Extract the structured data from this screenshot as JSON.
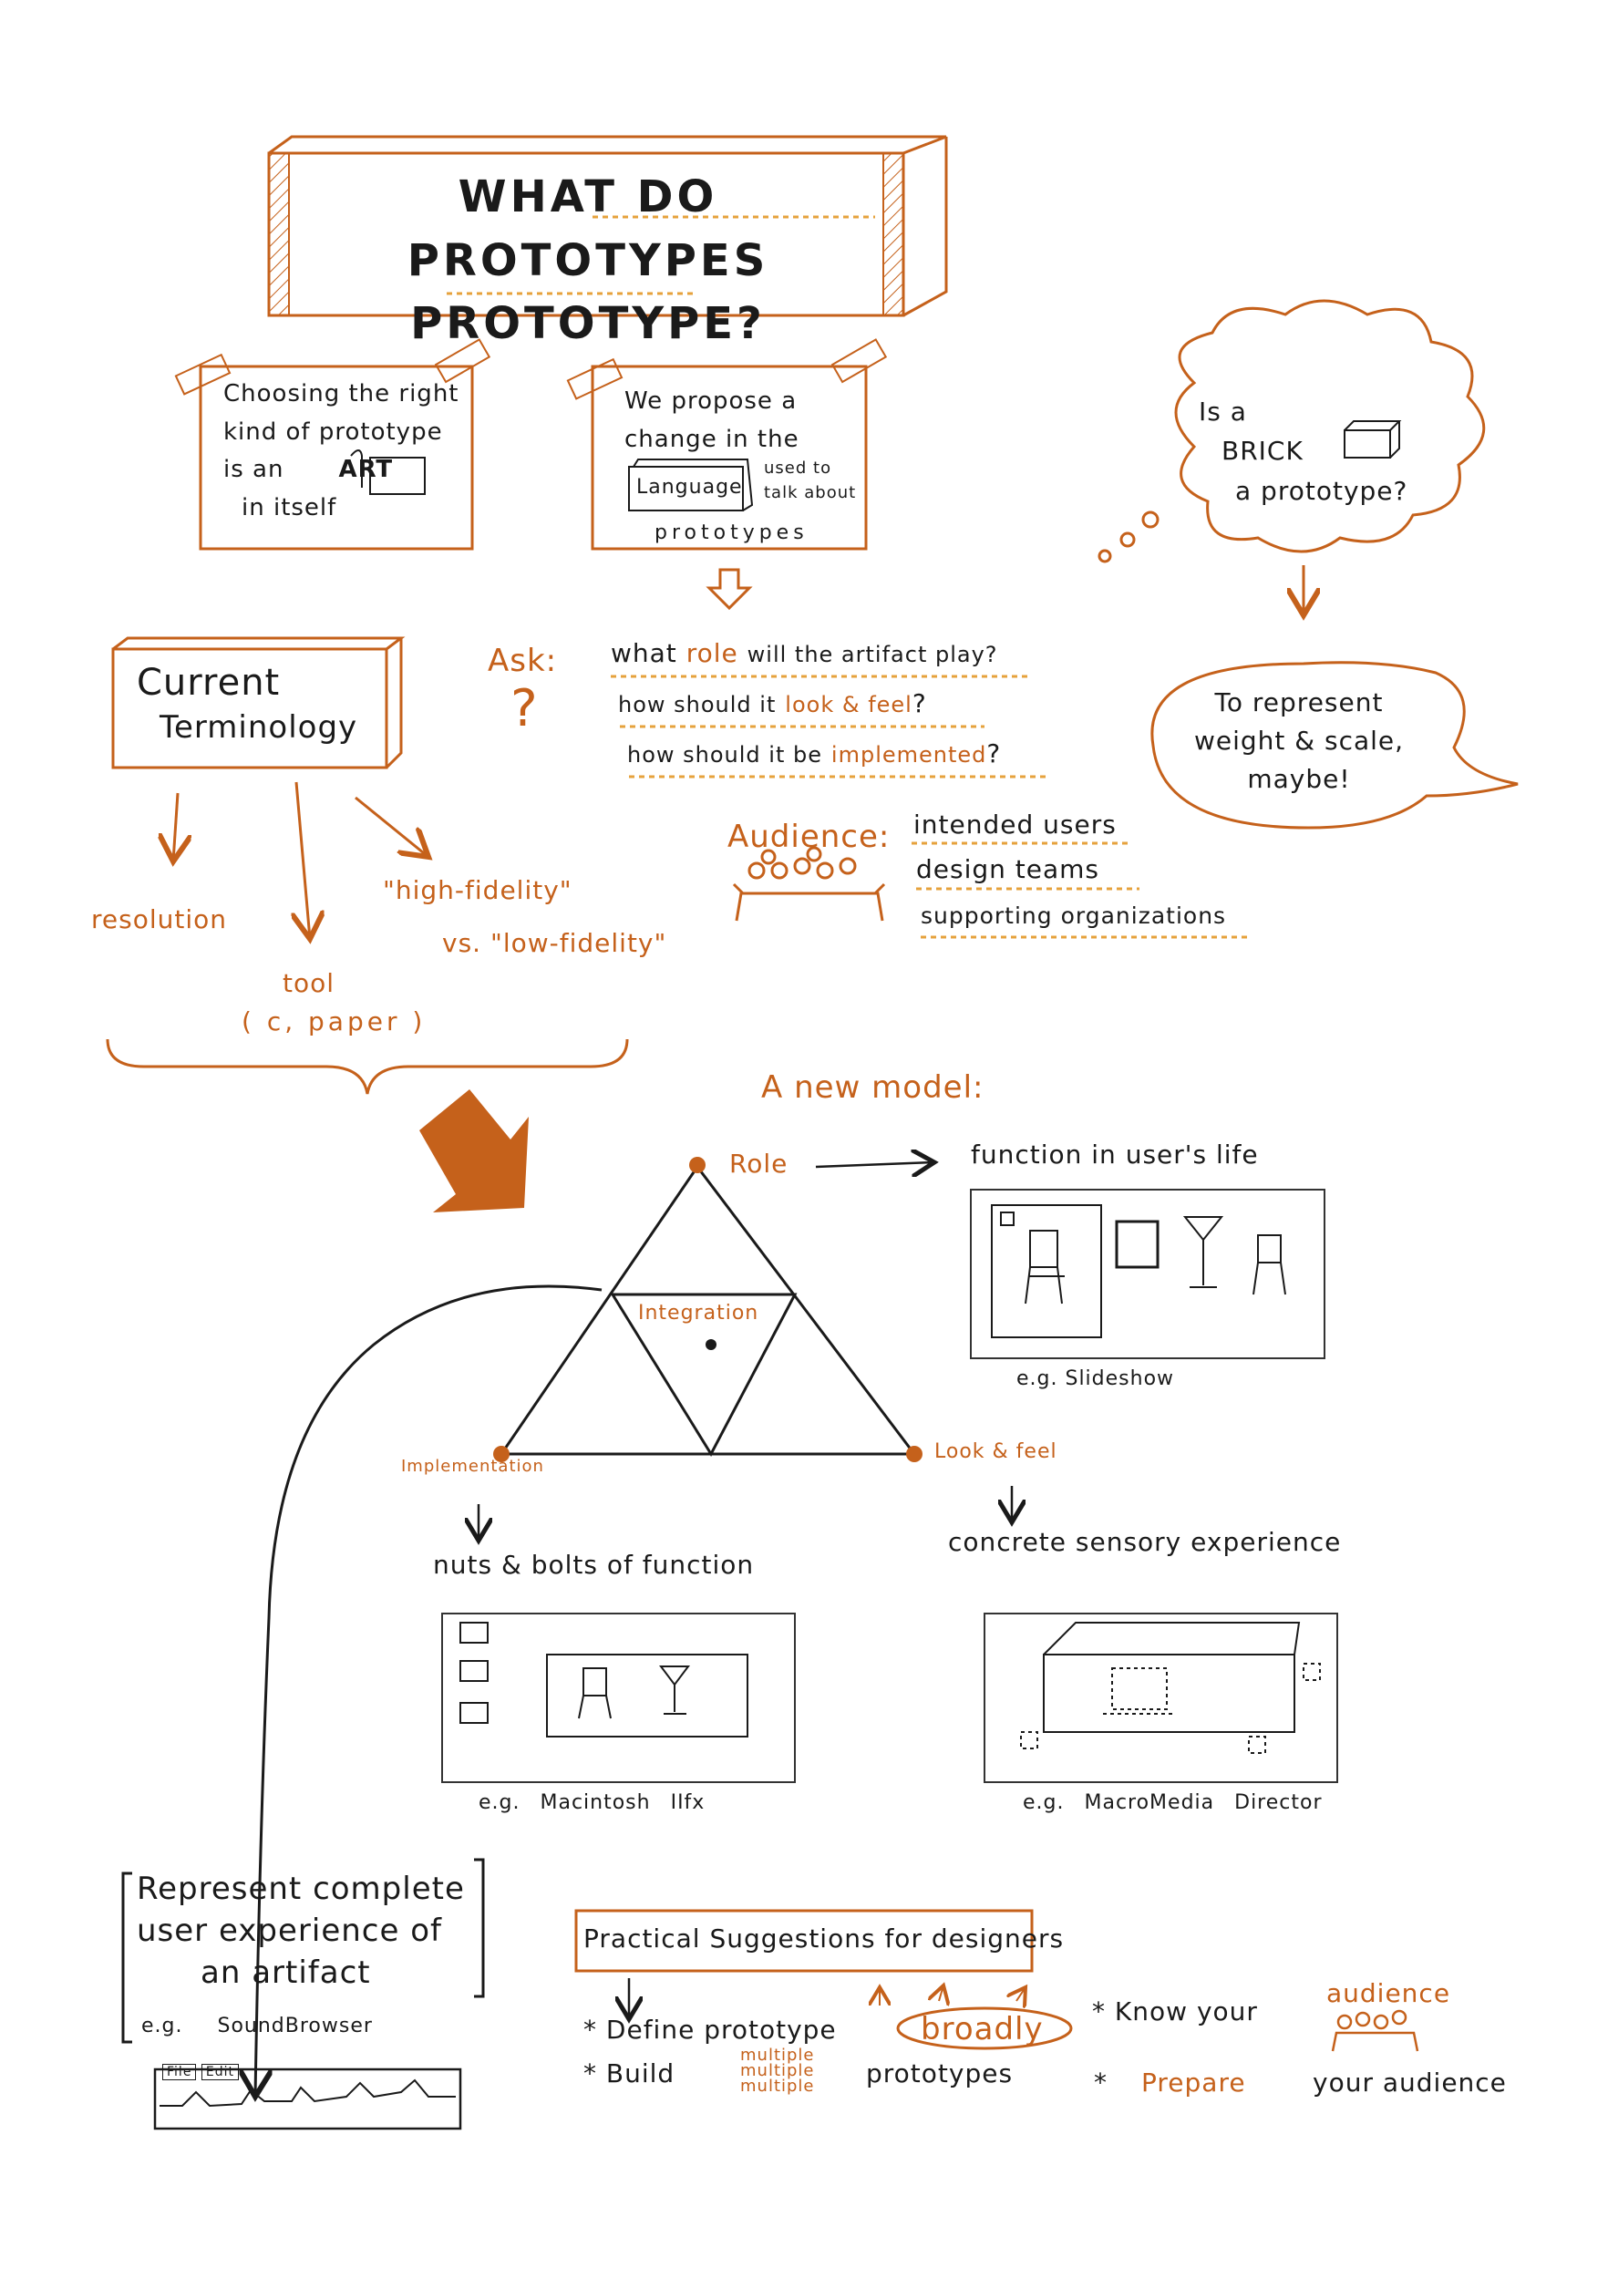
{
  "title": {
    "line1": "WHAT DO PROTOTYPES",
    "line2": "PROTOTYPE?"
  },
  "note_art": {
    "line1": "Choosing the right",
    "line2": "kind of prototype",
    "line3": "is an",
    "art": "ART",
    "line4": "in itself"
  },
  "note_language": {
    "line1": "We propose a",
    "line2": "change in the",
    "book": "Language",
    "line3": "used to",
    "line4": "talk about",
    "line5": "prototypes"
  },
  "cloud": {
    "line1": "Is a",
    "line2": "BRICK",
    "line3": "a prototype?"
  },
  "speech": {
    "line1": "To represent",
    "line2": "weight & scale,",
    "line3": "maybe!"
  },
  "current_terminology": {
    "line1": "Current",
    "line2": "Terminology"
  },
  "terms": {
    "resolution": "resolution",
    "tool": "tool",
    "tool_sub": "( c, paper )",
    "fidelity1": "\"high-fidelity\"",
    "fidelity2": "vs. \"low-fidelity\""
  },
  "ask": {
    "label": "Ask:",
    "q": "?",
    "q1_a": "what",
    "q1_b": "role",
    "q1_c": "will the artifact play?",
    "q2_a": "how should it",
    "q2_b": "look & feel",
    "q2_c": "?",
    "q3_a": "how should it be",
    "q3_b": "implemented",
    "q3_c": "?"
  },
  "audience": {
    "label": "Audience:",
    "items": [
      "intended users",
      "design teams",
      "supporting organizations"
    ]
  },
  "model": {
    "label": "A new model:",
    "role": "Role",
    "role_desc": "function in user's life",
    "role_eg": "e.g. Slideshow",
    "integration": "Integration",
    "implementation": "Implementation",
    "impl_desc": "nuts & bolts of function",
    "impl_eg": "e.g. Macintosh IIfx",
    "lookfeel": "Look & feel",
    "lf_desc": "concrete sensory experience",
    "lf_eg": "e.g. MacroMedia Director"
  },
  "integration_note": {
    "line1": "Represent complete",
    "line2": "user experience of",
    "line3": "an artifact",
    "eg": "e.g. SoundBrowser",
    "menu1": "File",
    "menu2": "Edit"
  },
  "practical": {
    "title": "Practical Suggestions for designers",
    "s1_a": "* Define prototype",
    "s1_b": "broadly",
    "s2_a": "* Build",
    "s2_m": "multiple",
    "s2_b": "prototypes",
    "s3_a": "* Know your",
    "s3_b": "audience",
    "s4_a": "*",
    "s4_b": "Prepare",
    "s4_c": "your audience"
  },
  "colors": {
    "accent": "#c5611b",
    "ink": "#1a1a1a",
    "highlight": "#e6a23c"
  }
}
